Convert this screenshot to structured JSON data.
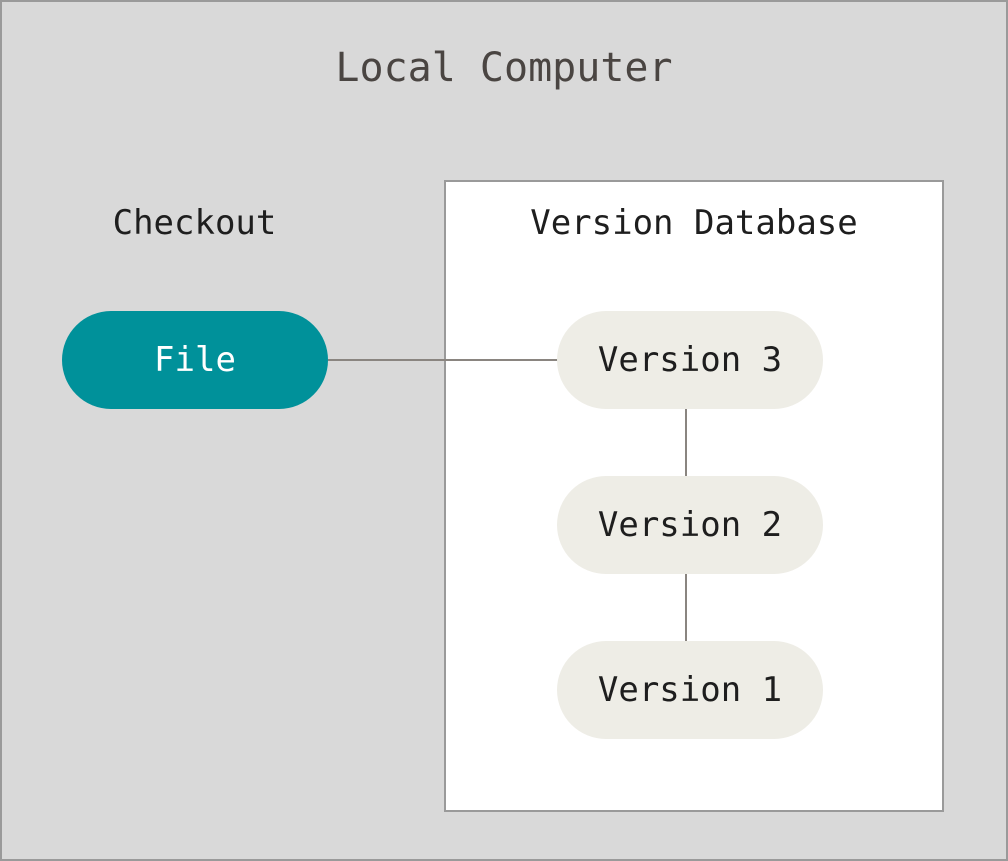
{
  "diagram": {
    "title": "Local Computer",
    "checkout": {
      "label": "Checkout",
      "file_label": "File"
    },
    "version_database": {
      "label": "Version Database",
      "versions": [
        "Version 3",
        "Version 2",
        "Version 1"
      ]
    }
  },
  "colors": {
    "background": "#d9d9d9",
    "border": "#9a9a9a",
    "file_fill": "#00919a",
    "version_fill": "#eeede6",
    "connector": "#8a8580"
  }
}
